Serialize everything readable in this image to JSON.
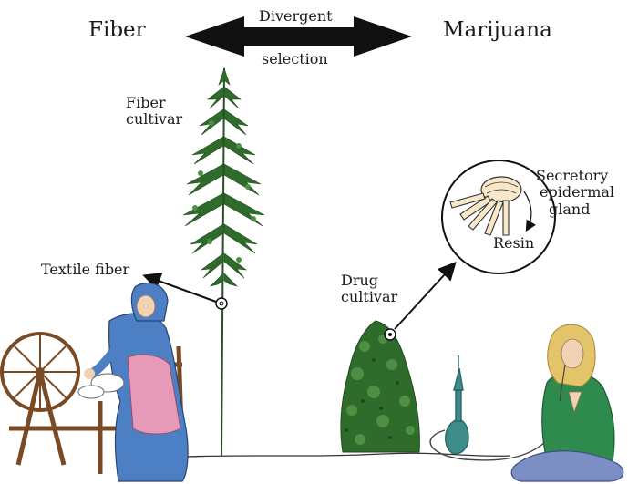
{
  "header": {
    "left_label": "Fiber",
    "right_label": "Marijuana",
    "arrow_label_top": "Divergent",
    "arrow_label_bottom": "selection"
  },
  "annotations": {
    "fiber_cultivar": [
      "Fiber",
      "cultivar"
    ],
    "textile_fiber": "Textile fiber",
    "drug_cultivar": [
      "Drug",
      "cultivar"
    ],
    "gland": [
      "Secretory",
      "epidermal",
      "gland"
    ],
    "resin": "Resin"
  },
  "colors": {
    "arrow": "#111111",
    "foliage": "#2f6b2a",
    "foliage_light": "#4f8f44",
    "dress_blue": "#4d7fc4",
    "apron_pink": "#e79ab8",
    "sweater_green": "#2f8a4e",
    "wood": "#7a4a24",
    "hair": "#e3c46a",
    "skin": "#f2d2b5",
    "hookah": "#3d8c8a"
  }
}
